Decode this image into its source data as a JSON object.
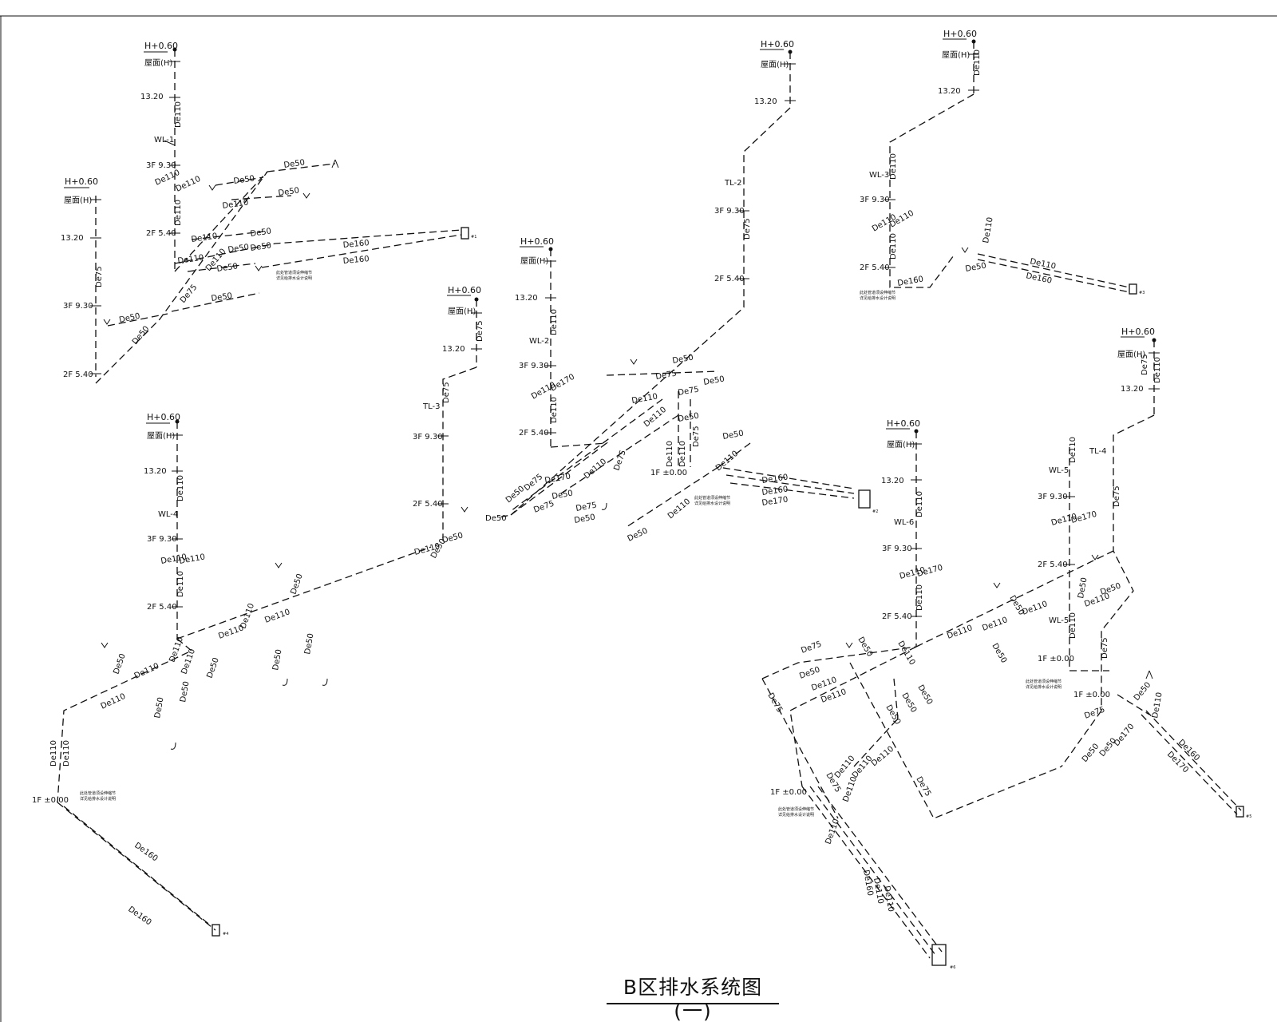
{
  "title": "B区排水系统图(一)",
  "vent_top": "H+0.60",
  "roof": "屋面(H)",
  "roof_short": "屋面",
  "floors": {
    "roof2": "13.20",
    "f3": "3F 9.30",
    "f2": "2F 5.40",
    "f1": "1F ±0.00"
  },
  "stacks": {
    "wl1": "WL-1",
    "wl2": "WL-2",
    "wl3": "WL-3",
    "wl4": "WL-4",
    "wl5": "WL-5",
    "wl6": "WL-6",
    "tl2": "TL-2",
    "tl3": "TL-3",
    "tl4": "TL-4"
  },
  "pipes": {
    "de50": "De50",
    "de75": "De75",
    "de110": "De110",
    "de160": "De160",
    "de170": "De170"
  },
  "outlets": [
    "#1",
    "#2",
    "#3",
    "#4",
    "#5",
    "#6"
  ],
  "note_line1": "此处管道须设伸缩节",
  "note_line2": "详见给排水设计说明"
}
